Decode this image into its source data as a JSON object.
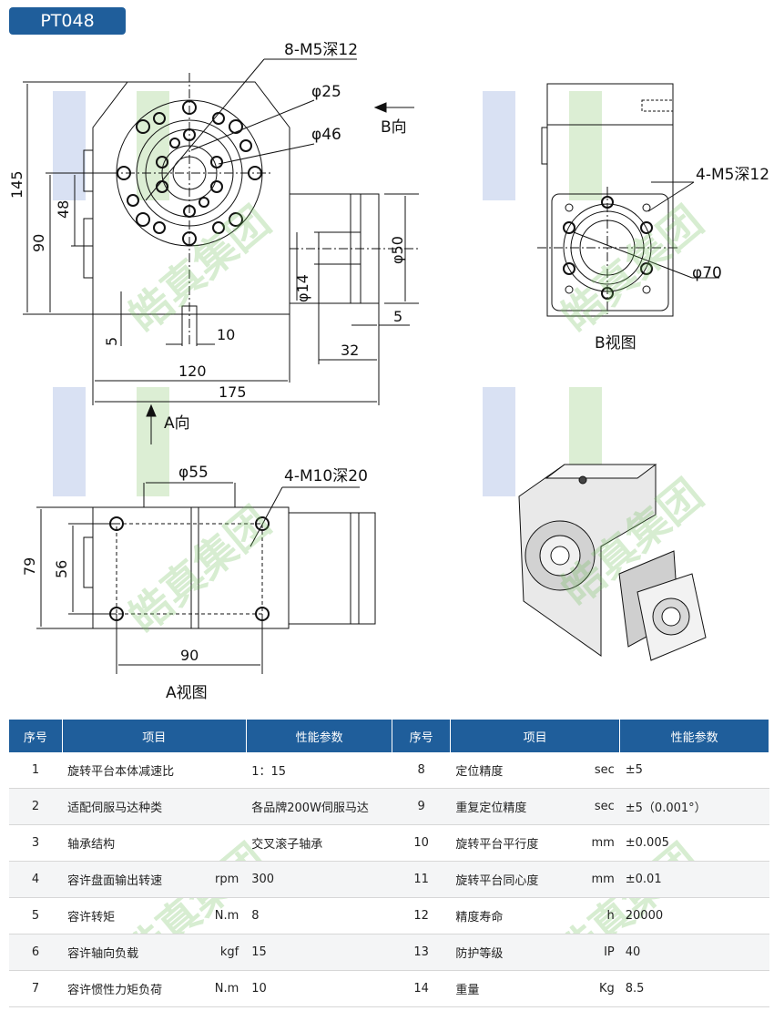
{
  "model": "PT048",
  "labels": {
    "thread_top": "8-M5深12",
    "phi25": "φ25",
    "phi46": "φ46",
    "dir_b": "B向",
    "dir_a": "A向",
    "dim145": "145",
    "dim90": "90",
    "dim48": "48",
    "dim5a": "5",
    "dim10": "10",
    "dim5b": "5",
    "dim32": "32",
    "dim120": "120",
    "dim175": "175",
    "phi14": "φ14",
    "phi50": "φ50",
    "thread_b": "4-M5深12",
    "phi70": "φ70",
    "view_b": "B视图",
    "phi55": "φ55",
    "thread_a": "4-M10深20",
    "dim79": "79",
    "dim56": "56",
    "dim90b": "90",
    "view_a": "A视图"
  },
  "watermark": "皓真集团",
  "colors": {
    "header_bg": "#1f5e9b",
    "watermark_green": "#6ebe5a",
    "watermark_blue": "#8fa8d8"
  },
  "table": {
    "headers": [
      "序号",
      "项目",
      "性能参数",
      "序号",
      "项目",
      "性能参数"
    ],
    "rows": [
      {
        "no": "1",
        "name": "旋转平台本体减速比",
        "unit": "",
        "value": "1：15",
        "no2": "8",
        "name2": "定位精度",
        "unit2": "sec",
        "value2": "±5"
      },
      {
        "no": "2",
        "name": "适配伺服马达种类",
        "unit": "",
        "value": "各品牌200W伺服马达",
        "no2": "9",
        "name2": "重复定位精度",
        "unit2": "sec",
        "value2": "±5（0.001°）"
      },
      {
        "no": "3",
        "name": "轴承结构",
        "unit": "",
        "value": "交叉滚子轴承",
        "no2": "10",
        "name2": "旋转平台平行度",
        "unit2": "mm",
        "value2": "±0.005"
      },
      {
        "no": "4",
        "name": "容许盘面输出转速",
        "unit": "rpm",
        "value": "300",
        "no2": "11",
        "name2": "旋转平台同心度",
        "unit2": "mm",
        "value2": "±0.01"
      },
      {
        "no": "5",
        "name": "容许转矩",
        "unit": "N.m",
        "value": "8",
        "no2": "12",
        "name2": "精度寿命",
        "unit2": "h",
        "value2": "20000"
      },
      {
        "no": "6",
        "name": "容许轴向负载",
        "unit": "kgf",
        "value": "15",
        "no2": "13",
        "name2": "防护等级",
        "unit2": "IP",
        "value2": "40"
      },
      {
        "no": "7",
        "name": "容许惯性力矩负荷",
        "unit": "N.m",
        "value": "10",
        "no2": "14",
        "name2": "重量",
        "unit2": "Kg",
        "value2": "8.5"
      }
    ]
  }
}
